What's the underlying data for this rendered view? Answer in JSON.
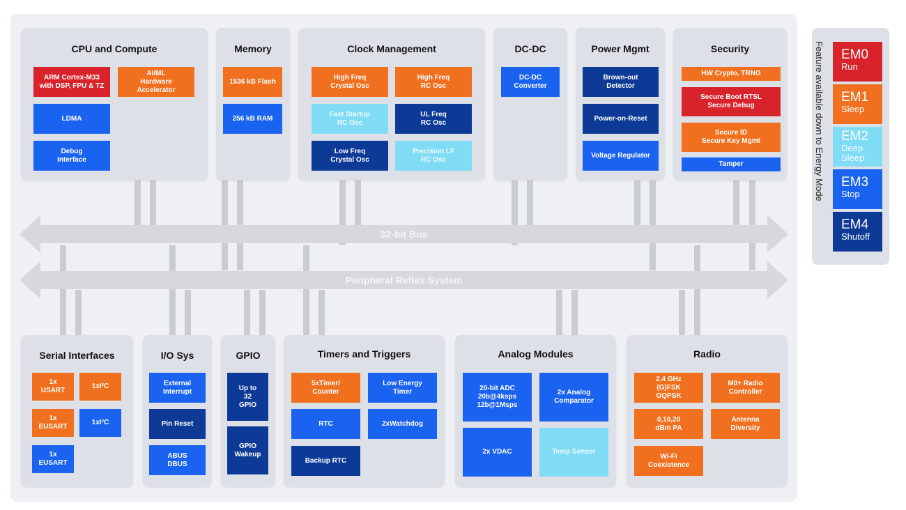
{
  "colors": {
    "em0": "#d8232a",
    "em1": "#f0701f",
    "em2": "#80dcf5",
    "em3": "#1a63f0",
    "em4": "#0d3a96"
  },
  "buses": {
    "main": "32-bit Bus",
    "peripheral": "Peripheral Reflex System"
  },
  "top_panels": {
    "cpu": {
      "title": "CPU and Compute",
      "blocks": [
        {
          "label": "ARM Cortex-M33\nwith DSP, FPU & TZ",
          "em": "em0"
        },
        {
          "label": "AI/ML\nHardware\nAccelerator",
          "em": "em1"
        },
        {
          "label": "LDMA",
          "em": "em3"
        },
        {
          "label": "Debug\nInterface",
          "em": "em3"
        }
      ]
    },
    "memory": {
      "title": "Memory",
      "blocks": [
        {
          "label": "1536 kB Flash",
          "em": "em1"
        },
        {
          "label": "256 kB RAM",
          "em": "em3"
        }
      ]
    },
    "clock": {
      "title": "Clock Management",
      "blocks": [
        {
          "label": "High Freq\nCrystal Osc",
          "em": "em1"
        },
        {
          "label": "High Freq\nRC Osc",
          "em": "em1"
        },
        {
          "label": "Fast Startup\nRC Osc",
          "em": "em2"
        },
        {
          "label": "UL Freq\nRC Osc",
          "em": "em4"
        },
        {
          "label": "Low Freq\nCrystal Osc",
          "em": "em4"
        },
        {
          "label": "Precision LF\nRC Osc",
          "em": "em2"
        }
      ]
    },
    "dcdc": {
      "title": "DC-DC",
      "blocks": [
        {
          "label": "DC-DC\nConverter",
          "em": "em3"
        }
      ]
    },
    "power": {
      "title": "Power Mgmt",
      "blocks": [
        {
          "label": "Brown-out\nDetector",
          "em": "em4"
        },
        {
          "label": "Power-on-Reset",
          "em": "em4"
        },
        {
          "label": "Voltage Regulator",
          "em": "em3"
        }
      ]
    },
    "security": {
      "title": "Security",
      "blocks": [
        {
          "label": "HW Crypto, TRNG",
          "em": "em1"
        },
        {
          "label": "Secure Boot RTSL\nSecure Debug",
          "em": "em0"
        },
        {
          "label": "Secure ID\nSecure Key Mgmt",
          "em": "em1"
        },
        {
          "label": "Tamper",
          "em": "em3"
        }
      ]
    }
  },
  "bottom_panels": {
    "serial": {
      "title": "Serial Interfaces",
      "blocks": [
        {
          "label": "1x\nUSART",
          "em": "em1"
        },
        {
          "label": "1xI²C",
          "em": "em1"
        },
        {
          "label": "1x\nEUSART",
          "em": "em1"
        },
        {
          "label": "1xI²C",
          "em": "em3"
        },
        {
          "label": "1x\nEUSART",
          "em": "em3"
        }
      ]
    },
    "io": {
      "title": "I/O Sys",
      "blocks": [
        {
          "label": "External\nInterrupt",
          "em": "em3"
        },
        {
          "label": "Pin Reset",
          "em": "em4"
        },
        {
          "label": "ABUS\nDBUS",
          "em": "em3"
        }
      ]
    },
    "gpio": {
      "title": "GPIO",
      "blocks": [
        {
          "label": "Up to\n32\nGPIO",
          "em": "em4"
        },
        {
          "label": "GPIO\nWakeup",
          "em": "em4"
        }
      ]
    },
    "timers": {
      "title": "Timers and Triggers",
      "blocks": [
        {
          "label": "5xTimer/\nCounter",
          "em": "em1"
        },
        {
          "label": "Low Energy\nTimer",
          "em": "em3"
        },
        {
          "label": "RTC",
          "em": "em3"
        },
        {
          "label": "2xWatchdog",
          "em": "em3"
        },
        {
          "label": "Backup RTC",
          "em": "em4"
        }
      ]
    },
    "analog": {
      "title": "Analog Modules",
      "blocks": [
        {
          "label": "20-bit ADC\n20b@4ksps\n12b@1Msps",
          "em": "em3"
        },
        {
          "label": "2x Analog\nComparator",
          "em": "em3"
        },
        {
          "label": "2x VDAC",
          "em": "em3"
        },
        {
          "label": "Temp Sensor",
          "em": "em2"
        }
      ]
    },
    "radio": {
      "title": "Radio",
      "blocks": [
        {
          "label": "2.4 GHz\n(G)FSK\nOQPSK",
          "em": "em1"
        },
        {
          "label": "M0+ Radio\nController",
          "em": "em1"
        },
        {
          "label": "0,10,20\ndBm PA",
          "em": "em1"
        },
        {
          "label": "Antenna\nDiversity",
          "em": "em1"
        },
        {
          "label": "Wi-Fi\nCoexistence",
          "em": "em1"
        }
      ]
    }
  },
  "legend": {
    "title": "Feature available down to Energy Mode",
    "items": [
      {
        "code": "EM0",
        "name": "Run",
        "em": "em0"
      },
      {
        "code": "EM1",
        "name": "Sleep",
        "em": "em1"
      },
      {
        "code": "EM2",
        "name": "Deep\nSleep",
        "em": "em2"
      },
      {
        "code": "EM3",
        "name": "Stop",
        "em": "em3"
      },
      {
        "code": "EM4",
        "name": "Shutoff",
        "em": "em4"
      }
    ]
  }
}
